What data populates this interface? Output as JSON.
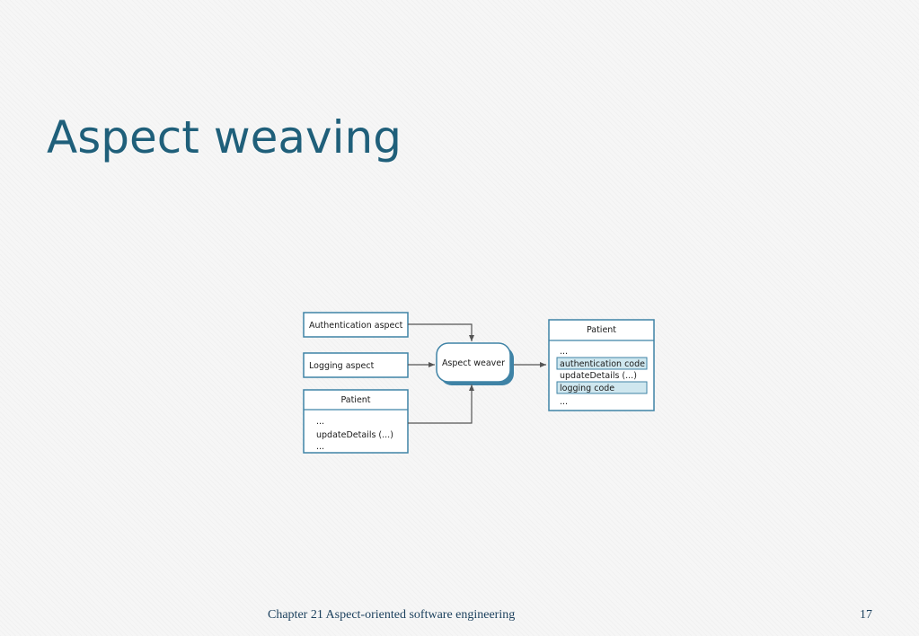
{
  "slide": {
    "title": "Aspect weaving",
    "footer": "Chapter 21 Aspect-oriented software engineering",
    "page_number": "17"
  },
  "diagram": {
    "inputs": {
      "authentication_aspect": "Authentication aspect",
      "logging_aspect": "Logging aspect",
      "patient": {
        "name": "Patient",
        "lines": [
          "...",
          "updateDetails (...)",
          "..."
        ]
      }
    },
    "weaver": "Aspect weaver",
    "output": {
      "name": "Patient",
      "lines": [
        {
          "text": "...",
          "highlight": false
        },
        {
          "text": "authentication code",
          "highlight": true
        },
        {
          "text": "updateDetails (...)",
          "highlight": false
        },
        {
          "text": "logging code",
          "highlight": true
        },
        {
          "text": "...",
          "highlight": false
        }
      ]
    }
  },
  "colors": {
    "title": "#1f5f7a",
    "box_border": "#3f83a6",
    "highlight_fill": "#cfe7ef",
    "arrow": "#555555",
    "footer": "#1a3f5c"
  }
}
